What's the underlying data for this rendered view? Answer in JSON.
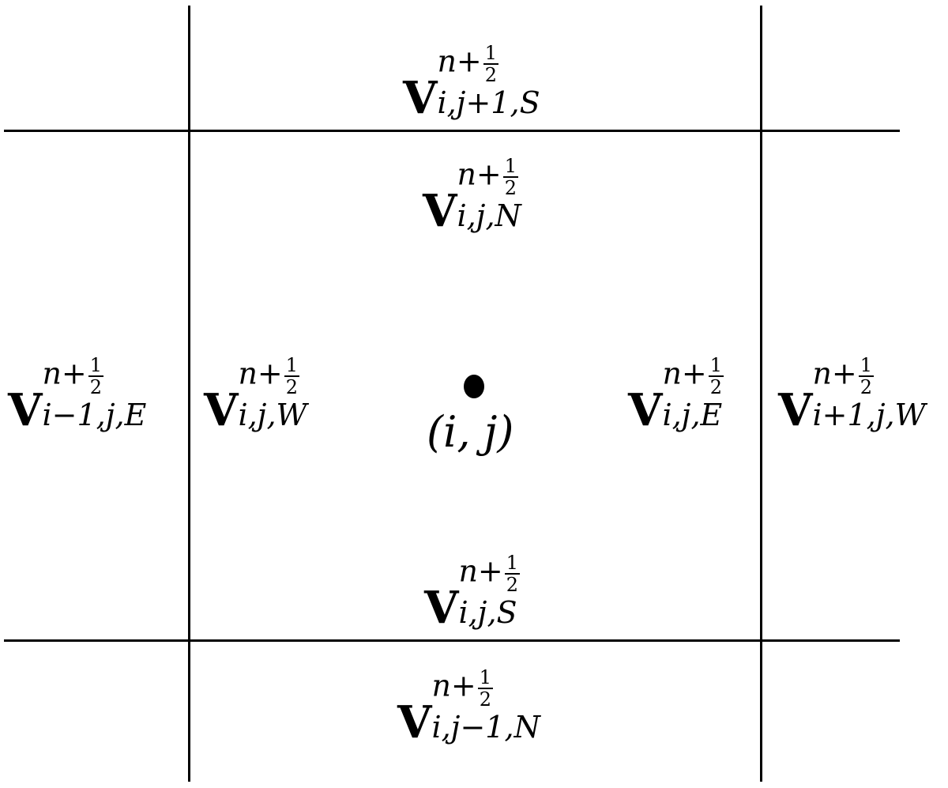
{
  "symbol": "V",
  "superscript": {
    "base": "n+",
    "frac_num": "1",
    "frac_den": "2"
  },
  "labels": {
    "top_outer": "i,j+1,S",
    "top_inner": "i,j,N",
    "left_outer": "i−1,j,E",
    "left_inner": "i,j,W",
    "right_inner": "i,j,E",
    "right_outer": "i+1,j,W",
    "bottom_inner": "i,j,S",
    "bottom_outer": "i,j−1,N"
  },
  "center_point": "(i, j)",
  "colors": {
    "line": "#000000",
    "background": "#ffffff"
  }
}
